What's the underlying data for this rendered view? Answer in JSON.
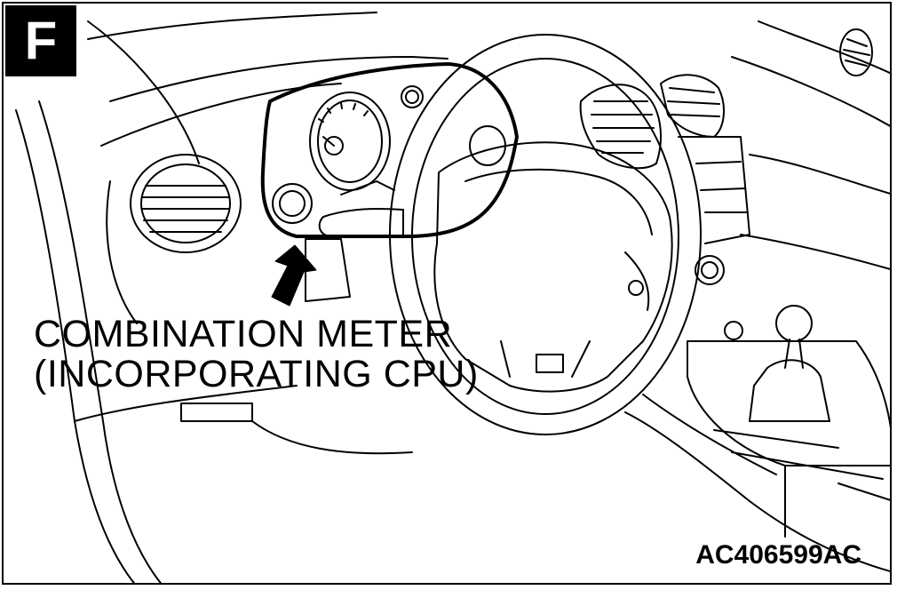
{
  "view_label": "F",
  "callout": {
    "line1": "COMBINATION METER",
    "line2": "(INCORPORATING CPU)"
  },
  "figure_id": "AC406599AC",
  "colors": {
    "ink": "#000000",
    "paper": "#ffffff"
  }
}
